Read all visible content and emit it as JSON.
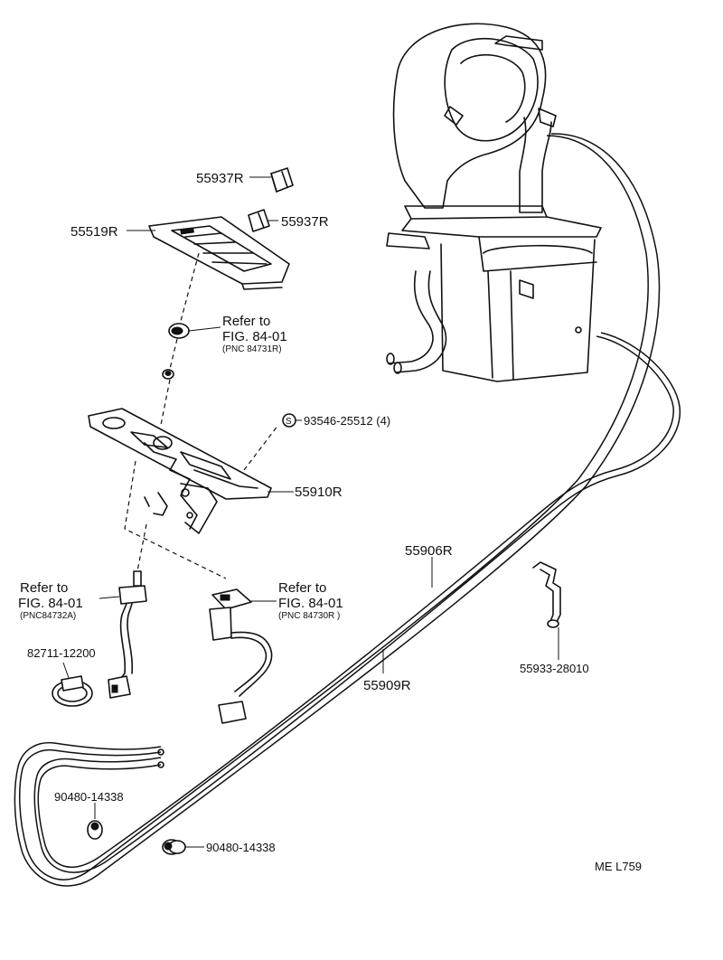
{
  "labels": {
    "p55937r_a": "55937R",
    "p55937r_b": "55937R",
    "p55519r": "55519R",
    "ref1_a": "Refer to",
    "ref1_b": "FIG. 84-01",
    "ref1_c": "(PNC 84731R)",
    "p93546": "93546-25512 (4)",
    "p55910r": "55910R",
    "ref2_a": "Refer to",
    "ref2_b": "FIG. 84-01",
    "ref2_c": "(PNC84732A)",
    "ref3_a": "Refer to",
    "ref3_b": "FIG. 84-01",
    "ref3_c": "(PNC  84730R )",
    "p82711": "82711-12200",
    "p55906r": "55906R",
    "p55909r": "55909R",
    "p55933": "55933-28010",
    "p90480_a": "90480-14338",
    "p90480_b": "90480-14338",
    "s_symbol": "S",
    "footer": "ME  L759"
  }
}
